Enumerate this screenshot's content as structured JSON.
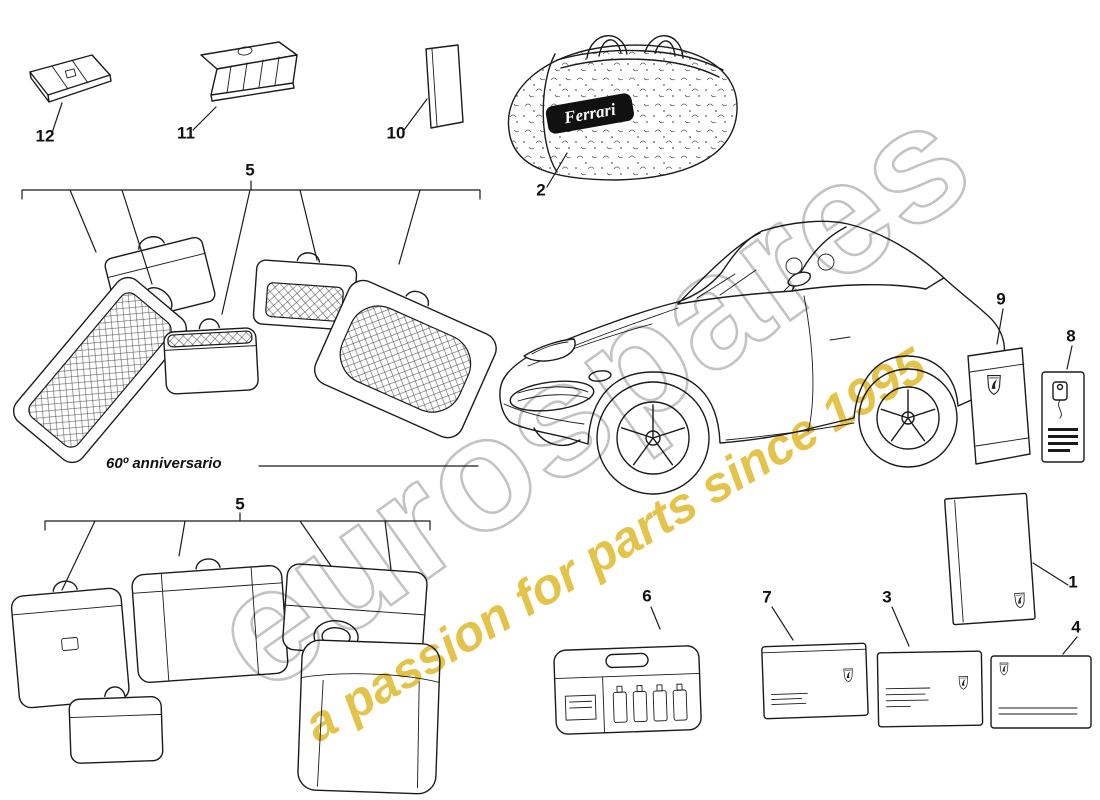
{
  "watermark": {
    "brand": "eurospares",
    "tagline": "a passion for parts since 1995",
    "brand_outline_color": "#c3c3c3",
    "tagline_color": "#dfb92a"
  },
  "labels": {
    "anniversario": "60º anniversario",
    "bag_logo": "Ferrari"
  },
  "parts": {
    "sunshade_small": "12",
    "sunshade_large": "11",
    "document_booklet": "10",
    "luggage_set_top": "5",
    "car_cover_bag": "2",
    "document_pouch": "9",
    "service_card": "8",
    "owners_folder": "1",
    "luggage_set_bottom": "5",
    "care_kit": "6",
    "manual_left": "7",
    "manual_middle": "3",
    "manual_right": "4"
  },
  "colors": {
    "line": "#1b1b1b",
    "background": "#ffffff"
  }
}
